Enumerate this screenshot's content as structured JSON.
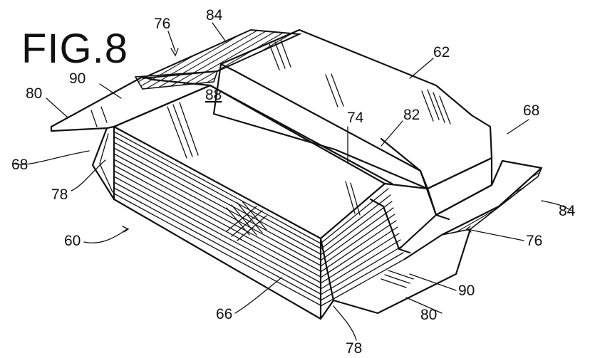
{
  "figure_title": "FIG.8",
  "labels": {
    "l76_top": "76",
    "l84_top": "84",
    "l62": "62",
    "l80_left": "80",
    "l90_left": "90",
    "l88": "88",
    "l74": "74",
    "l82": "82",
    "l68_right": "68",
    "l68_left": "68",
    "l78_left": "78",
    "l84_right": "84",
    "l76_right": "76",
    "l60": "60",
    "l90_right": "90",
    "l80_right": "80",
    "l66": "66",
    "l78_bottom": "78"
  }
}
